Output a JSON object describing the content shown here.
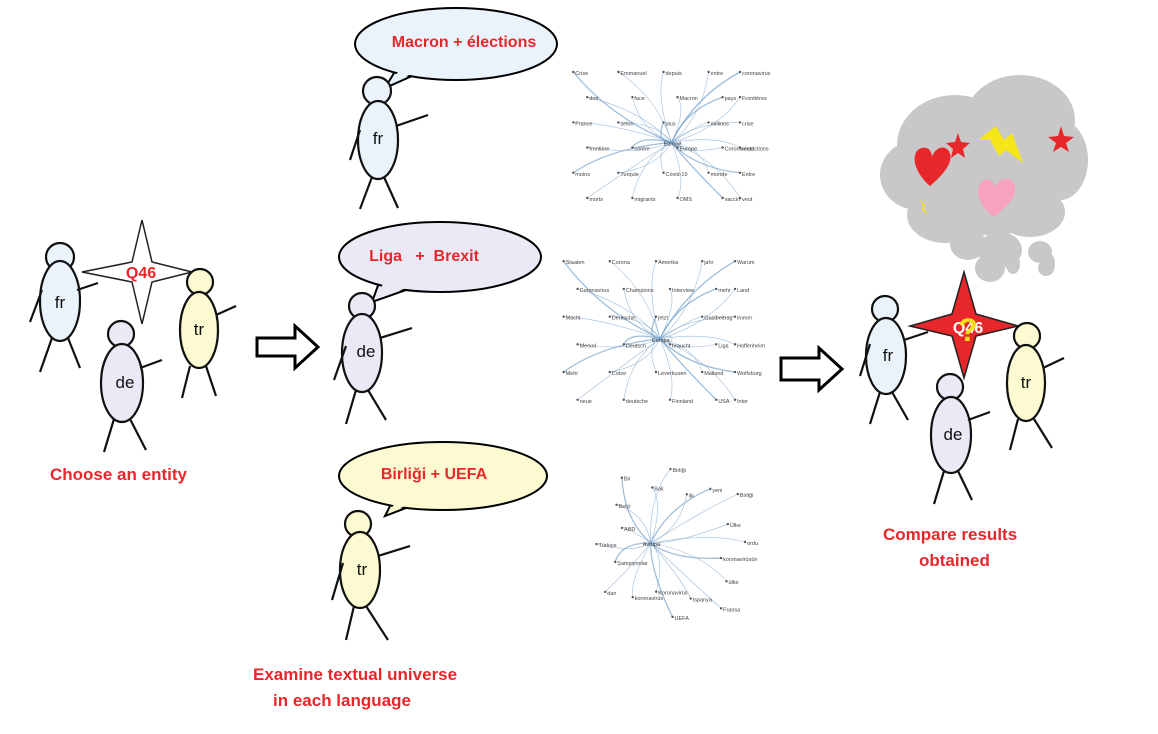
{
  "step1": {
    "entity_badge": "Q46",
    "people": {
      "fr": "fr",
      "de": "de",
      "tr": "tr"
    },
    "caption": "Choose an entity"
  },
  "step2": {
    "speakers": [
      {
        "lang": "fr",
        "bubble": "Macron + élections"
      },
      {
        "lang": "de",
        "bubble": "Liga   +  Brexit"
      },
      {
        "lang": "tr",
        "bubble": "Birliği + UEFA"
      }
    ],
    "caption_line1": "Examine textual universe",
    "caption_line2": "in each language",
    "networks": {
      "fr": {
        "hub": "Europe",
        "words": [
          "Crise",
          "Emmanuel",
          "depuis",
          "entre",
          "coronavirus",
          "doit",
          "face",
          "Macron",
          "pays",
          "Frontières",
          "France",
          "selon",
          "plus",
          "millions",
          "crise",
          "frontière",
          "contre",
          "Europe",
          "Coronavirus",
          "restrictions",
          "moins",
          "Turquie",
          "Covid-19",
          "monde",
          "Entre",
          "morts",
          "migrants",
          "OMS",
          "vaccin",
          "veut"
        ]
      },
      "de": {
        "hub": "Europa",
        "words": [
          "Staaten",
          "Corona",
          "Amerika",
          "jahr",
          "Warum",
          "Coronavirus",
          "Champions",
          "Interview",
          "mehr",
          "Land",
          "Macht",
          "Deutsche",
          "jetzt",
          "Gastbeitrag",
          "immer",
          "Merkel",
          "Deutsch",
          "braucht",
          "Liga",
          "Hoffenheim",
          "Mehr",
          "Cotze",
          "Leverkusen",
          "Mailand",
          "Wolfsburg",
          "neue",
          "deutsche",
          "Finnland",
          "USA",
          "Inter"
        ]
      },
      "tr": {
        "hub": "Avrupa",
        "words": [
          "koronavirüsün",
          "ülke",
          "Fransa",
          "Ispanya",
          "UEFA",
          "Koronavirüs",
          "koronavirüs",
          "dan",
          "Şampiyonlar",
          "Türkiye",
          "ABD",
          "Belçi",
          "Bir",
          "Bali",
          "Birliği",
          "ilk",
          "yeni",
          "Birliği",
          "Ülke",
          "ordu"
        ]
      }
    }
  },
  "step3": {
    "entity_badge": "Q46",
    "people": {
      "fr": "fr",
      "de": "de",
      "tr": "tr"
    },
    "caption_line1": "Compare results",
    "caption_line2": "obtained"
  },
  "colors": {
    "caption_red": "#e8272b",
    "fr_fill": "#eaf3fb",
    "de_fill": "#ece9f6",
    "tr_fill": "#fbfad0",
    "star_red": "#e8272b",
    "cloud_gray": "#c8c8c8",
    "network_line": "#7fa8cf"
  }
}
